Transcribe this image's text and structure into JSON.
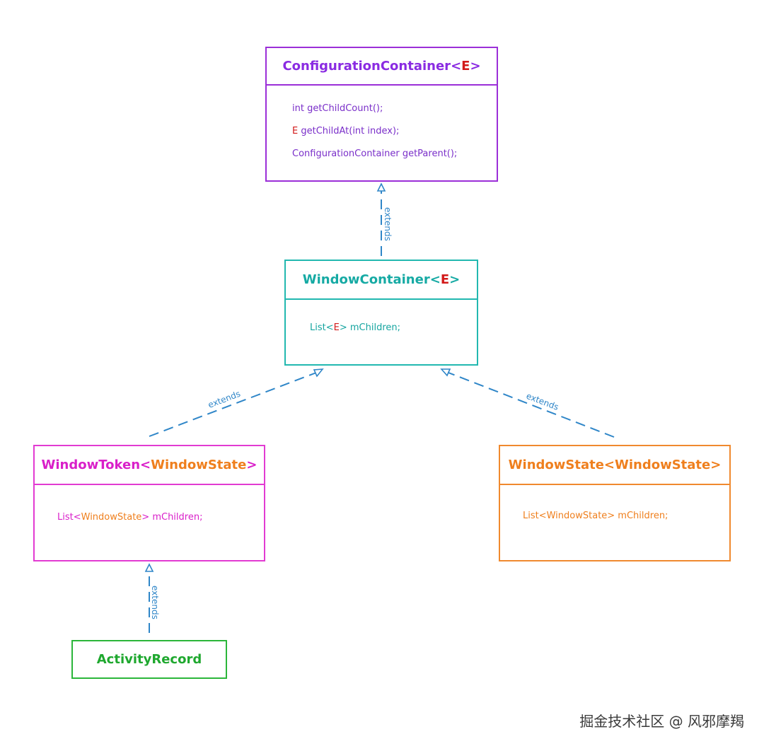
{
  "classes": {
    "configuration_container": {
      "name": "ConfigurationContainer",
      "lt": "<",
      "type_param": "E",
      "gt": ">",
      "members": {
        "m1": {
          "text": "int getChildCount();"
        },
        "m2": {
          "type": "E",
          "text": " getChildAt(int index);"
        },
        "m3": {
          "text": "ConfigurationContainer getParent();"
        }
      }
    },
    "window_container": {
      "name": "WindowContainer",
      "lt": "<",
      "type_param": "E",
      "gt": ">",
      "member": {
        "pre": "List<",
        "type": "E",
        "post": "> mChildren;"
      }
    },
    "window_token": {
      "name": "WindowToken",
      "lt": "<",
      "type_param": "WindowState",
      "gt": ">",
      "member": {
        "pre": "List<",
        "type": "WindowState",
        "post": "> mChildren;"
      }
    },
    "window_state": {
      "name": "WindowState<WindowState>",
      "member": "List<WindowState> mChildren;"
    },
    "activity_record": {
      "name": "ActivityRecord"
    }
  },
  "relations": {
    "wc_to_cc": "extends",
    "wt_to_wc": "extends",
    "ws_to_wc": "extends",
    "ar_to_wt": "extends"
  },
  "colors": {
    "configuration_container": "#9b2fd8",
    "window_container": "#22b8b0",
    "window_token": "#e23bd2",
    "window_state": "#f0892e",
    "activity_record": "#2bb63a",
    "type_param": "#d21a1a",
    "arrow": "#2f86c8"
  },
  "watermark": "掘金技术社区 @ 风邪摩羯"
}
